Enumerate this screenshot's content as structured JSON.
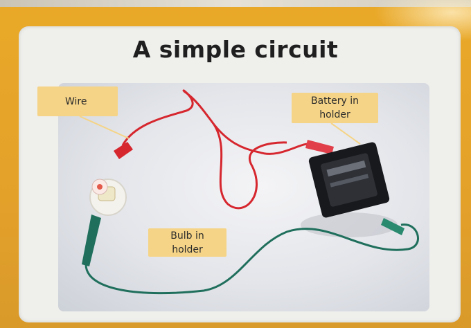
{
  "slide": {
    "title": "A simple circuit"
  },
  "labels": {
    "wire": "Wire",
    "battery": "Battery in\nholder",
    "bulb": "Bulb in\nholder"
  },
  "colors": {
    "background": "#e9a928",
    "label_fill": "#f5d487",
    "red_wire": "#d6262e",
    "green_wire": "#1f6f5c"
  }
}
